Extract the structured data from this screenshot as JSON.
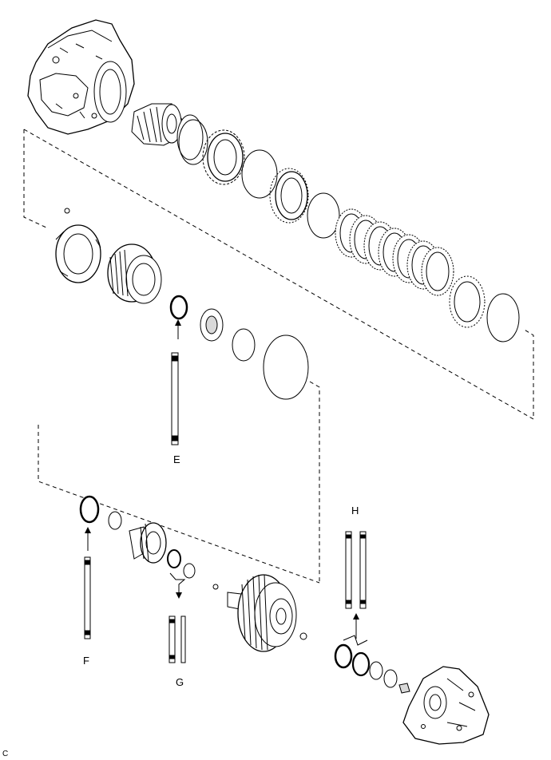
{
  "labels": {
    "e": "E",
    "f": "F",
    "g": "G",
    "h": "H"
  },
  "figure_code": "C",
  "colors": {
    "line": "#000000",
    "fill": "#ffffff",
    "shade": "#d9d9d9"
  }
}
